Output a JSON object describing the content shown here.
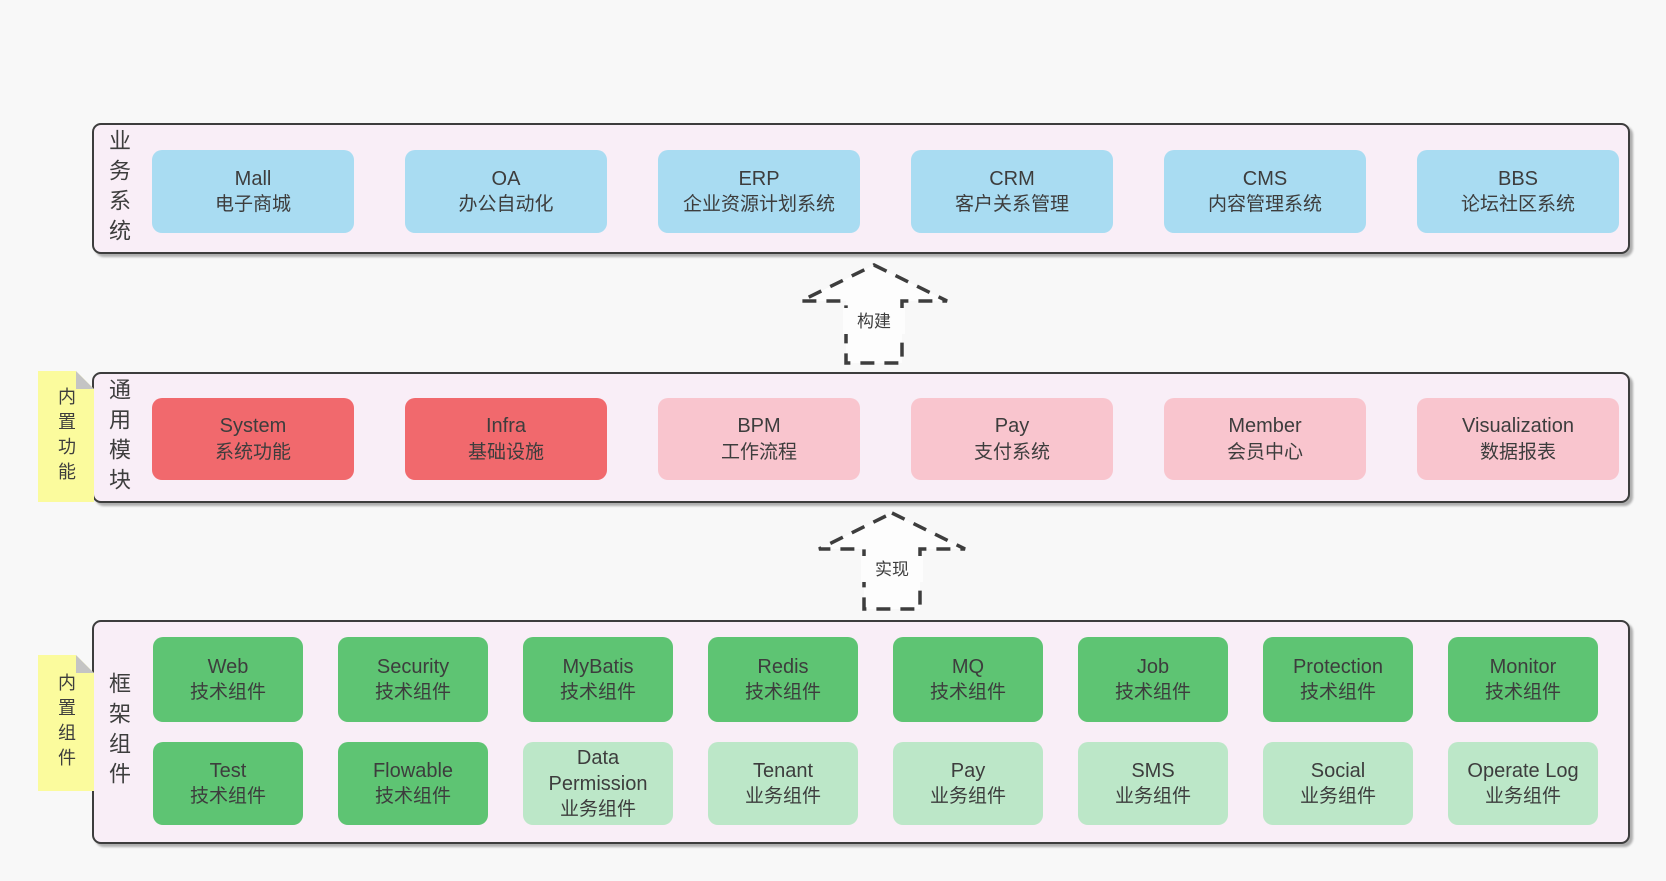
{
  "palette": {
    "page_bg": "#f8f8f8",
    "layer_bg": "#f9eef7",
    "layer_border": "#3d3d3d",
    "blue_box": "#a9dcf2",
    "red_box": "#f1696d",
    "pink_box": "#f9c5ce",
    "green_box": "#5ec473",
    "green_light_box": "#bce7c8",
    "note_bg": "#fbfb9d",
    "note_fold": "#c4c4c4",
    "text": "#3d3d3d"
  },
  "arrows": {
    "build": {
      "label": "构建"
    },
    "implement": {
      "label": "实现"
    }
  },
  "layers": {
    "business": {
      "label": "业务系统",
      "boxes": [
        {
          "name": "Mall",
          "desc": "电子商城"
        },
        {
          "name": "OA",
          "desc": "办公自动化"
        },
        {
          "name": "ERP",
          "desc": "企业资源计划系统"
        },
        {
          "name": "CRM",
          "desc": "客户关系管理"
        },
        {
          "name": "CMS",
          "desc": "内容管理系统"
        },
        {
          "name": "BBS",
          "desc": "论坛社区系统"
        }
      ]
    },
    "modules": {
      "label": "通用模块",
      "note": "内置功能",
      "boxes": [
        {
          "name": "System",
          "desc": "系统功能"
        },
        {
          "name": "Infra",
          "desc": "基础设施"
        },
        {
          "name": "BPM",
          "desc": "工作流程"
        },
        {
          "name": "Pay",
          "desc": "支付系统"
        },
        {
          "name": "Member",
          "desc": "会员中心"
        },
        {
          "name": "Visualization",
          "desc": "数据报表"
        }
      ]
    },
    "components": {
      "label": "框架组件",
      "note": "内置组件",
      "rows": [
        [
          {
            "name": "Web",
            "desc": "技术组件"
          },
          {
            "name": "Security",
            "desc": "技术组件"
          },
          {
            "name": "MyBatis",
            "desc": "技术组件"
          },
          {
            "name": "Redis",
            "desc": "技术组件"
          },
          {
            "name": "MQ",
            "desc": "技术组件"
          },
          {
            "name": "Job",
            "desc": "技术组件"
          },
          {
            "name": "Protection",
            "desc": "技术组件"
          },
          {
            "name": "Monitor",
            "desc": "技术组件"
          }
        ],
        [
          {
            "name": "Test",
            "desc": "技术组件"
          },
          {
            "name": "Flowable",
            "desc": "技术组件"
          },
          {
            "name": "Data Permission",
            "desc": "业务组件"
          },
          {
            "name": "Tenant",
            "desc": "业务组件"
          },
          {
            "name": "Pay",
            "desc": "业务组件"
          },
          {
            "name": "SMS",
            "desc": "业务组件"
          },
          {
            "name": "Social",
            "desc": "业务组件"
          },
          {
            "name": "Operate Log",
            "desc": "业务组件"
          }
        ]
      ]
    }
  }
}
